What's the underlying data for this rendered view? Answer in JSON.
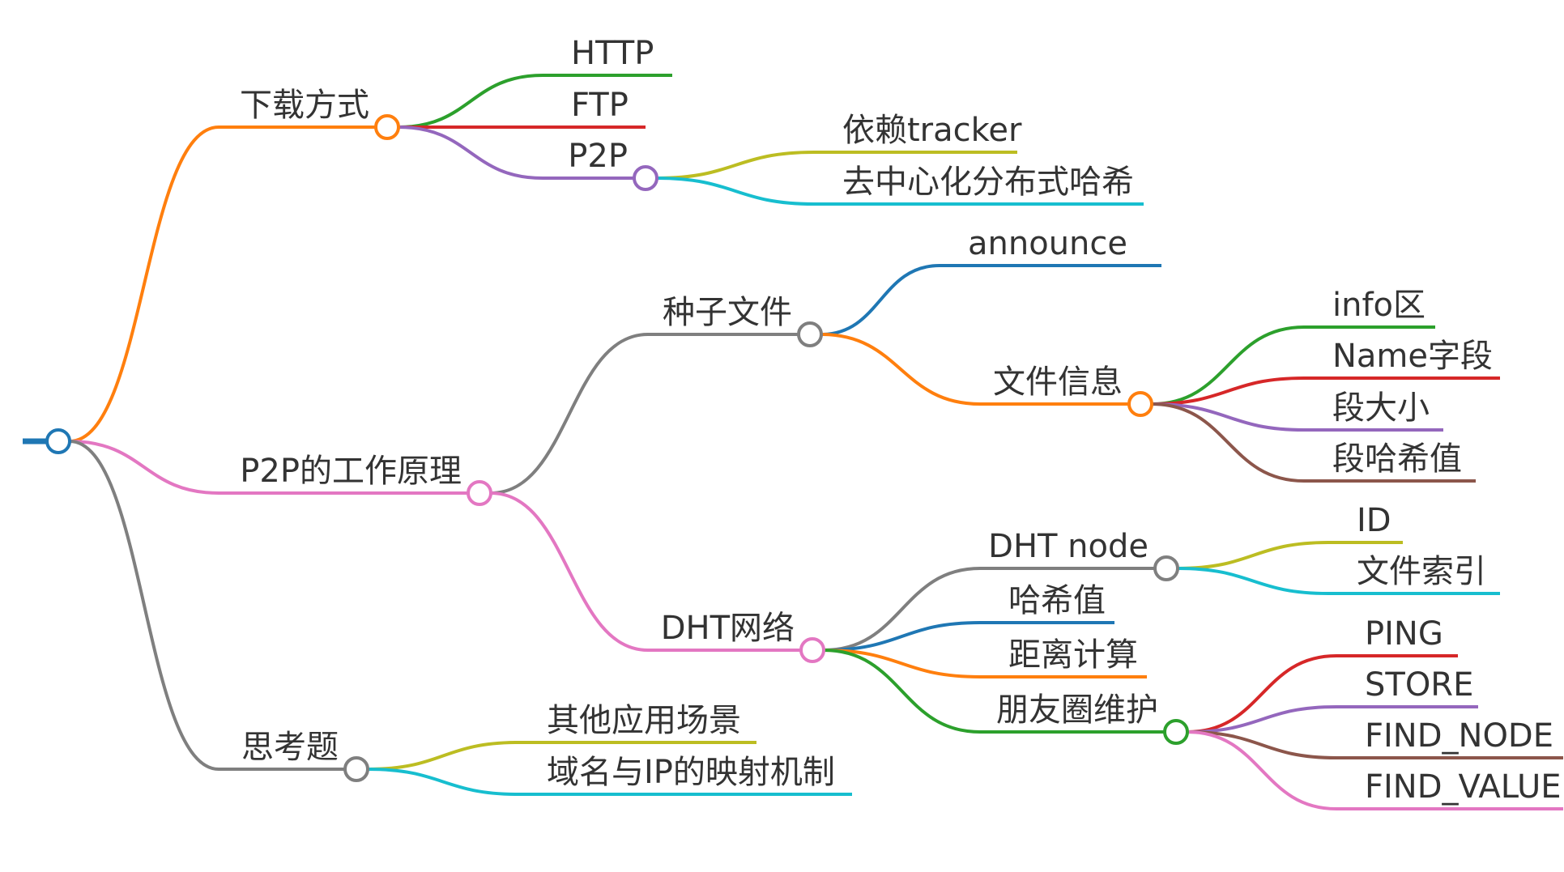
{
  "mindmap": {
    "root": {
      "color": "#1f77b4",
      "children": [
        {
          "label": "下载方式",
          "color": "#ff7f0e",
          "children": [
            {
              "label": "HTTP",
              "color": "#2ca02c"
            },
            {
              "label": "FTP",
              "color": "#d62728"
            },
            {
              "label": "P2P",
              "color": "#9467bd",
              "children": [
                {
                  "label": "依赖tracker",
                  "color": "#bcbd22"
                },
                {
                  "label": "去中心化分布式哈希",
                  "color": "#17becf"
                }
              ]
            }
          ]
        },
        {
          "label": "P2P的工作原理",
          "color": "#e377c2",
          "children": [
            {
              "label": "种子文件",
              "color": "#7f7f7f",
              "children": [
                {
                  "label": "announce",
                  "color": "#1f77b4"
                },
                {
                  "label": "文件信息",
                  "color": "#ff7f0e",
                  "children": [
                    {
                      "label": "info区",
                      "color": "#2ca02c"
                    },
                    {
                      "label": "Name字段",
                      "color": "#d62728"
                    },
                    {
                      "label": "段大小",
                      "color": "#9467bd"
                    },
                    {
                      "label": "段哈希值",
                      "color": "#8c564b"
                    }
                  ]
                }
              ]
            },
            {
              "label": "DHT网络",
              "color": "#e377c2",
              "children": [
                {
                  "label": "DHT node",
                  "color": "#7f7f7f",
                  "children": [
                    {
                      "label": "ID",
                      "color": "#bcbd22"
                    },
                    {
                      "label": "文件索引",
                      "color": "#17becf"
                    }
                  ]
                },
                {
                  "label": "哈希值",
                  "color": "#1f77b4"
                },
                {
                  "label": "距离计算",
                  "color": "#ff7f0e"
                },
                {
                  "label": "朋友圈维护",
                  "color": "#2ca02c",
                  "children": [
                    {
                      "label": "PING",
                      "color": "#d62728"
                    },
                    {
                      "label": "STORE",
                      "color": "#9467bd"
                    },
                    {
                      "label": "FIND_NODE",
                      "color": "#8c564b"
                    },
                    {
                      "label": "FIND_VALUE",
                      "color": "#e377c2"
                    }
                  ]
                }
              ]
            }
          ]
        },
        {
          "label": "思考题",
          "color": "#7f7f7f",
          "children": [
            {
              "label": "其他应用场景",
              "color": "#bcbd22"
            },
            {
              "label": "域名与IP的映射机制",
              "color": "#17becf"
            }
          ]
        }
      ]
    }
  }
}
